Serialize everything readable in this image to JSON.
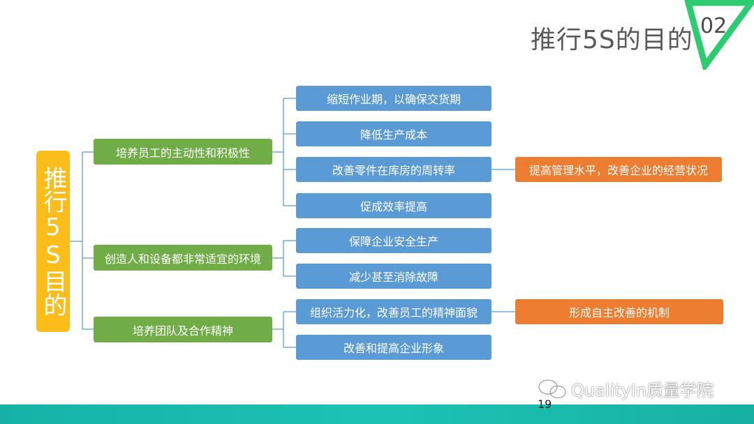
{
  "title": "推行5S的目的",
  "badge_number": "02",
  "root_label": "推行5S目的",
  "level1": [
    {
      "label": "培养员工的主动性和积极性"
    },
    {
      "label": "创造人和设备都非常适宜的环境"
    },
    {
      "label": "培养团队及合作精神"
    }
  ],
  "level2": [
    {
      "label": "缩短作业期，以确保交货期"
    },
    {
      "label": "降低生产成本"
    },
    {
      "label": "改善零件在库房的周转率"
    },
    {
      "label": "促成效率提高"
    },
    {
      "label": "保障企业安全生产"
    },
    {
      "label": "减少甚至消除故障"
    },
    {
      "label": "组织活力化，改善员工的精神面貌"
    },
    {
      "label": "改善和提高企业形象"
    }
  ],
  "level3": [
    {
      "label": "提高管理水平，改善企业的经营状况"
    },
    {
      "label": "形成自主改善的机制"
    }
  ],
  "watermark": "QualityIn质量学院",
  "page_number": "19",
  "colors": {
    "root": "#fbbd19",
    "level1": "#70ad47",
    "level2": "#5b9bd5",
    "level3": "#ed7d31",
    "connector": "#5b9bd5",
    "badge": "#2ecc71",
    "footer": "#1cc3b5"
  }
}
